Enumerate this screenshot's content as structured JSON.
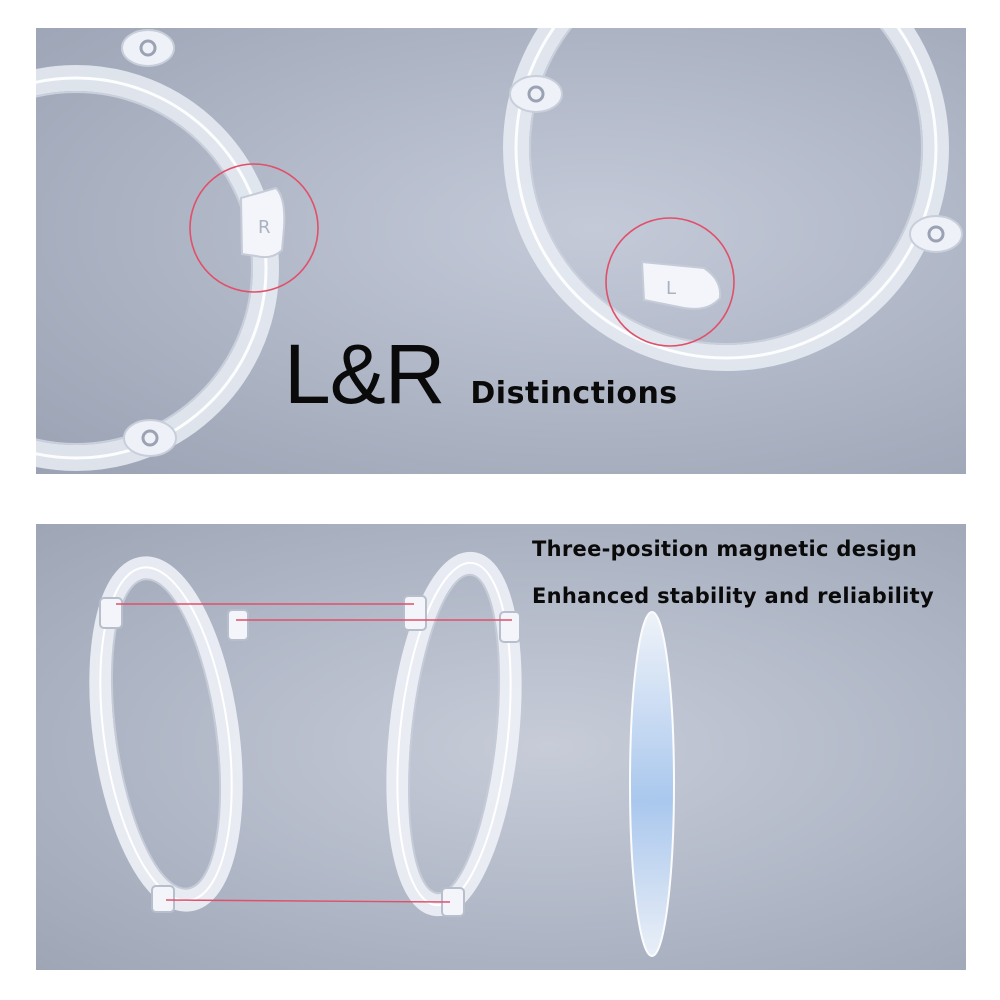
{
  "headline": {
    "big": "L&R",
    "small": "Distinctions"
  },
  "features": [
    "Three-position magnetic design",
    "Enhanced stability and reliability"
  ],
  "ring_marks": {
    "right": "R",
    "left": "L"
  },
  "colors": {
    "panel": "#aeb5c5",
    "highlight_circle": "#e0506a",
    "guide_line": "#e0506a",
    "lens_tint": "#a9c8ef"
  }
}
